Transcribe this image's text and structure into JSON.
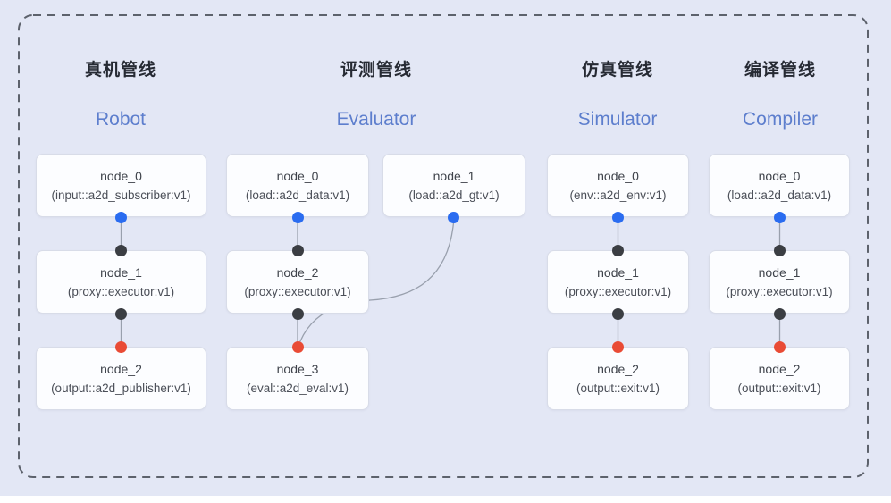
{
  "colors": {
    "background": "#e3e7f5",
    "frame_dash": "#5d626c",
    "edge_line": "#99a0ad",
    "node_background": "#fcfdff",
    "node_border": "#d8dce8",
    "title_zh_color": "#262a33",
    "title_en_color": "#5d7ecd",
    "port_output_blue": "#2a6cf0",
    "port_input_black": "#3b3e43",
    "port_input_red": "#e94b35"
  },
  "pipelines": [
    {
      "title_zh": "真机管线",
      "title_en": "Robot",
      "nodes": [
        {
          "name": "node_0",
          "type": "(input::a2d_subscriber:v1)"
        },
        {
          "name": "node_1",
          "type": "(proxy::executor:v1)"
        },
        {
          "name": "node_2",
          "type": "(output::a2d_publisher:v1)"
        }
      ]
    },
    {
      "title_zh": "评测管线",
      "title_en": "Evaluator",
      "nodes": [
        {
          "name": "node_0",
          "type": "(load::a2d_data:v1)"
        },
        {
          "name": "node_1",
          "type": "(load::a2d_gt:v1)"
        },
        {
          "name": "node_2",
          "type": "(proxy::executor:v1)"
        },
        {
          "name": "node_3",
          "type": "(eval::a2d_eval:v1)"
        }
      ]
    },
    {
      "title_zh": "仿真管线",
      "title_en": "Simulator",
      "nodes": [
        {
          "name": "node_0",
          "type": "(env::a2d_env:v1)"
        },
        {
          "name": "node_1",
          "type": "(proxy::executor:v1)"
        },
        {
          "name": "node_2",
          "type": "(output::exit:v1)"
        }
      ]
    },
    {
      "title_zh": "编译管线",
      "title_en": "Compiler",
      "nodes": [
        {
          "name": "node_0",
          "type": "(load::a2d_data:v1)"
        },
        {
          "name": "node_1",
          "type": "(proxy::executor:v1)"
        },
        {
          "name": "node_2",
          "type": "(output::exit:v1)"
        }
      ]
    }
  ]
}
